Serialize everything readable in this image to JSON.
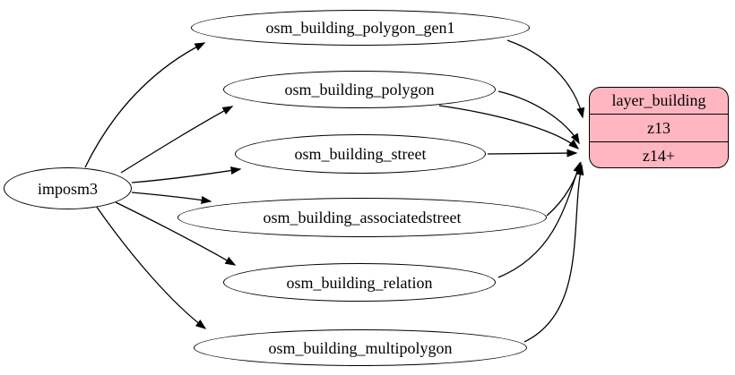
{
  "diagram": {
    "type": "graphviz-etl",
    "source": {
      "label": "imposm3"
    },
    "tables": [
      {
        "label": "osm_building_polygon_gen1"
      },
      {
        "label": "osm_building_polygon"
      },
      {
        "label": "osm_building_street"
      },
      {
        "label": "osm_building_associatedstreet"
      },
      {
        "label": "osm_building_relation"
      },
      {
        "label": "osm_building_multipolygon"
      }
    ],
    "layer": {
      "title": "layer_building",
      "rows": [
        "z13",
        "z14+"
      ],
      "fill_color": "#ffb6c1",
      "border_color": "#000000"
    },
    "node_style": {
      "table_fill": "#ffffff",
      "stroke": "#000000"
    },
    "edges": [
      {
        "from": "imposm3",
        "to": "osm_building_polygon_gen1"
      },
      {
        "from": "imposm3",
        "to": "osm_building_polygon"
      },
      {
        "from": "imposm3",
        "to": "osm_building_street"
      },
      {
        "from": "imposm3",
        "to": "osm_building_associatedstreet"
      },
      {
        "from": "imposm3",
        "to": "osm_building_relation"
      },
      {
        "from": "imposm3",
        "to": "osm_building_multipolygon"
      },
      {
        "from": "osm_building_polygon_gen1",
        "to": "layer_building:z13"
      },
      {
        "from": "osm_building_polygon",
        "to": "layer_building:z14+"
      },
      {
        "from": "osm_building_polygon",
        "to": "layer_building:z14+"
      },
      {
        "from": "osm_building_street",
        "to": "layer_building:z14+"
      },
      {
        "from": "osm_building_associatedstreet",
        "to": "layer_building:z14+"
      },
      {
        "from": "osm_building_relation",
        "to": "layer_building:z14+"
      },
      {
        "from": "osm_building_multipolygon",
        "to": "layer_building:z14+"
      }
    ]
  }
}
